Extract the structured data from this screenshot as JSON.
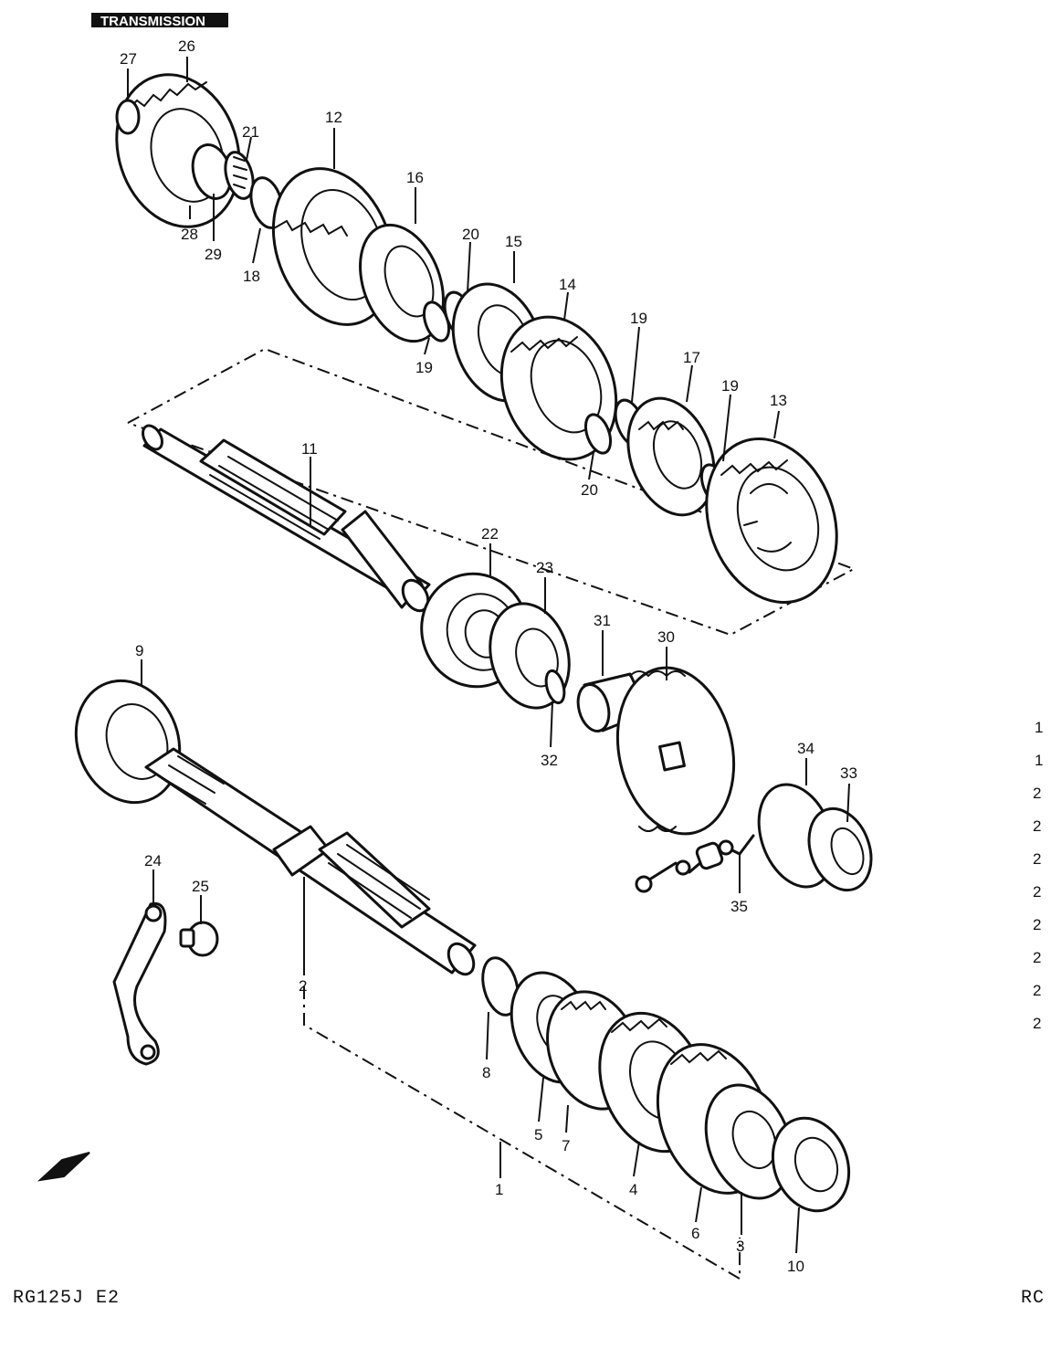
{
  "header": {
    "title": "TRANSMISSION"
  },
  "footer": {
    "model_code": "RG125J E2",
    "right_fragment": "RC"
  },
  "callouts": {
    "n1": "1",
    "n2": "2",
    "n3": "3",
    "n4": "4",
    "n5": "5",
    "n6": "6",
    "n7": "7",
    "n8": "8",
    "n9": "9",
    "n10": "10",
    "n11": "11",
    "n12": "12",
    "n13": "13",
    "n14": "14",
    "n15": "15",
    "n16": "16",
    "n17": "17",
    "n18": "18",
    "n19a": "19",
    "n19b": "19",
    "n19c": "19",
    "n20a": "20",
    "n20b": "20",
    "n21": "21",
    "n22": "22",
    "n23": "23",
    "n24": "24",
    "n25": "25",
    "n26": "26",
    "n27": "27",
    "n28": "28",
    "n29": "29",
    "n30": "30",
    "n31": "31",
    "n32": "32",
    "n33": "33",
    "n34": "34",
    "n35": "35"
  },
  "edge_marks": [
    "1",
    "1",
    "2",
    "2",
    "2",
    "2",
    "2",
    "2",
    "2",
    "2"
  ]
}
